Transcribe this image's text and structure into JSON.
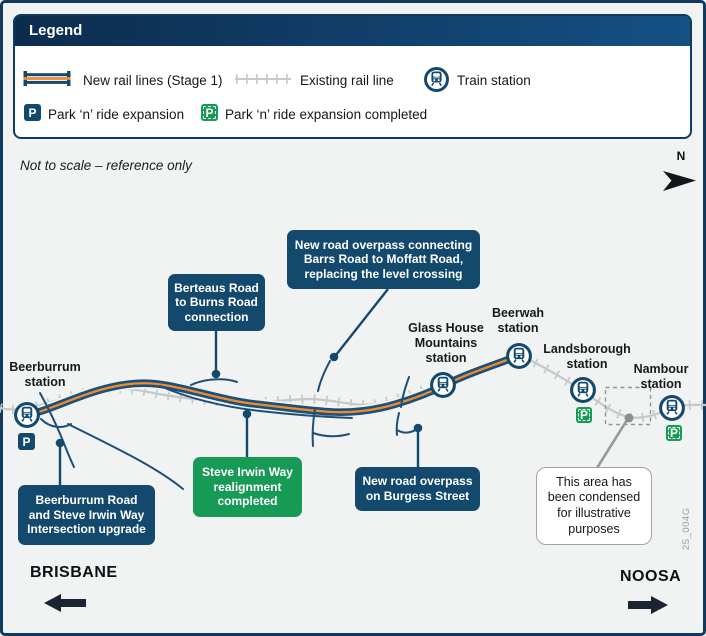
{
  "legend": {
    "title": "Legend",
    "new_rail_label": "New rail lines (Stage 1)",
    "existing_rail_label": "Existing rail line",
    "train_station_label": "Train station",
    "pnr_expansion_label": "Park ‘n’ ride expansion",
    "pnr_completed_label": "Park ‘n’ ride expansion completed"
  },
  "map": {
    "disclaimer": "Not to scale – reference only",
    "north_label": "N",
    "park_label": "P",
    "stations": {
      "beerburrum": "Beerburrum\nstation",
      "glass_house": "Glass House\nMountains\nstation",
      "beerwah": "Beerwah\nstation",
      "landsborough": "Landsborough\nstation",
      "nambour": "Nambour\nstation"
    },
    "callouts": {
      "berteaus": "Berteaus Road\nto Burns Road\nconnection",
      "barrs_moffatt": "New road overpass connecting\nBarrs Road to Moffatt Road,\nreplacing the level crossing",
      "steve_irwin": "Steve Irwin Way\nrealignment\ncompleted",
      "beerburrum_road": "Beerburrum Road\nand Steve Irwin Way\nIntersection upgrade",
      "burgess": "New road overpass\non Burgess Street",
      "condensed_note": "This area has\nbeen condensed\nfor illustrative\npurposes"
    },
    "directions": {
      "west": "BRISBANE",
      "east": "NOOSA"
    },
    "doc_code": "25_004G"
  },
  "colors": {
    "navy": "#14496e",
    "rail_navy": "#1d5078",
    "orange": "#ee8a31",
    "green": "#189a57",
    "existing_gray": "#c6c8c9",
    "background": "#f1f2f2"
  }
}
